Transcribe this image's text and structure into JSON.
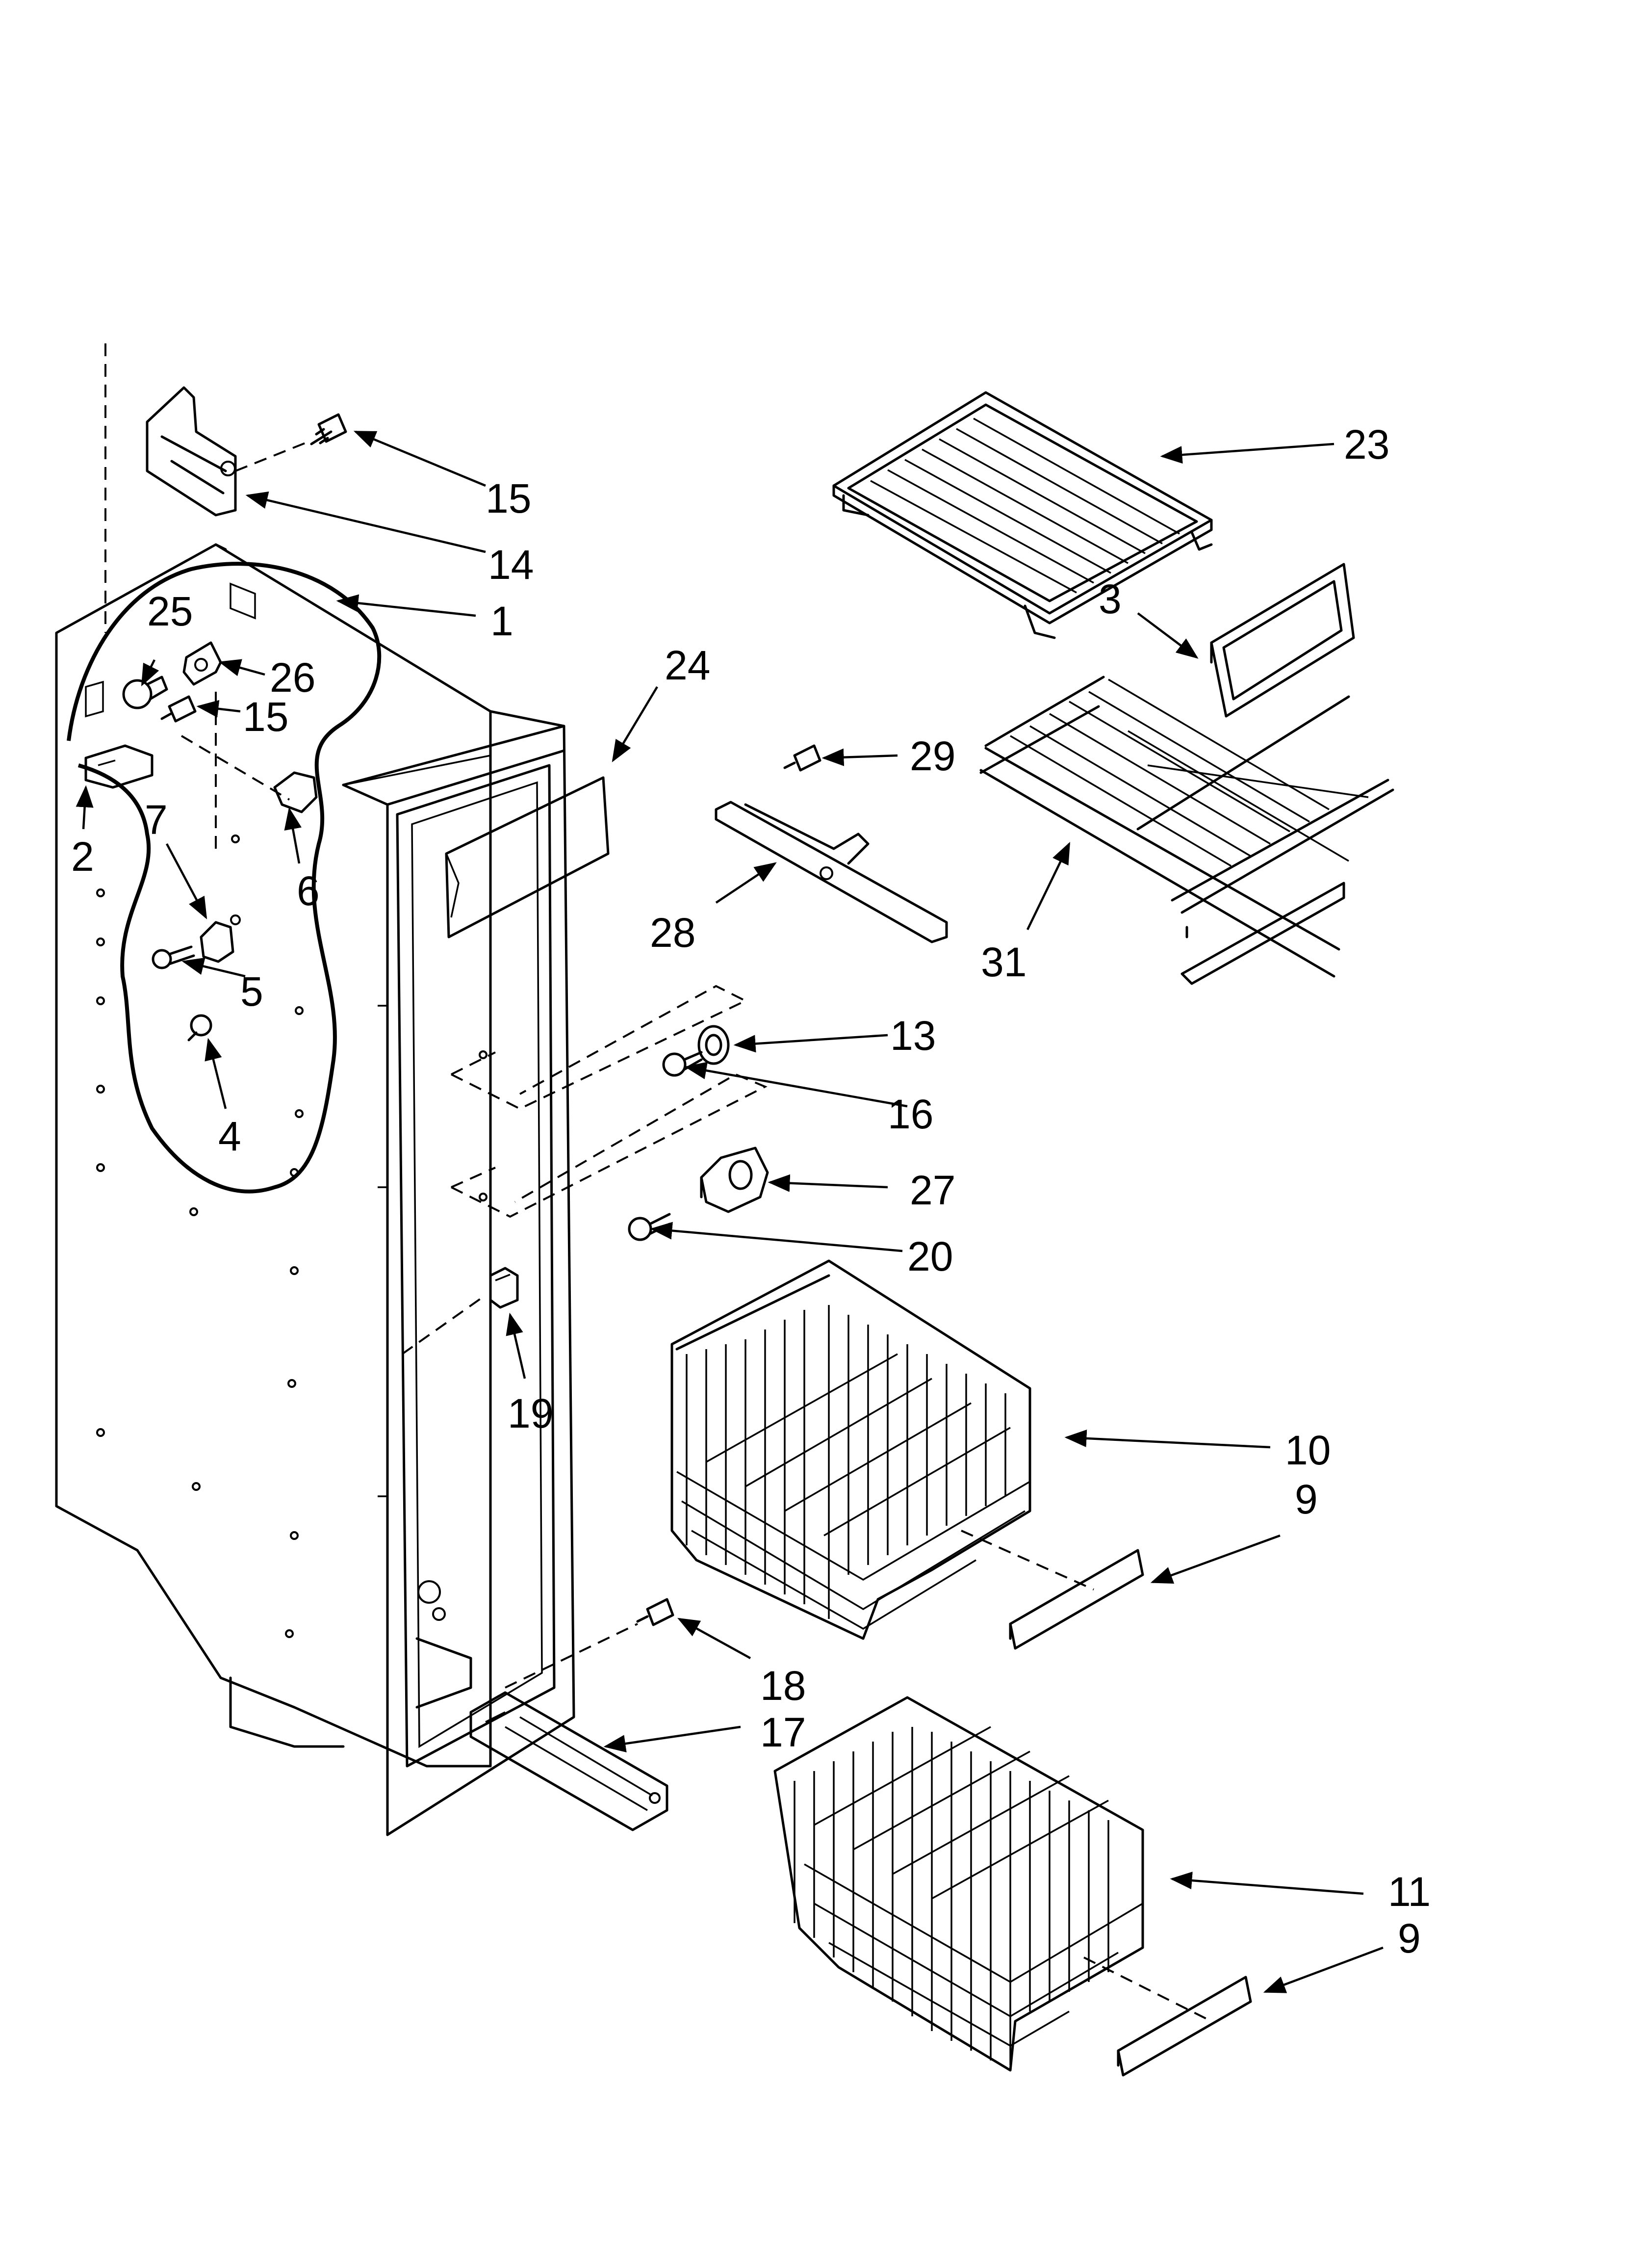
{
  "diagram": {
    "callouts": [
      {
        "id": "c15a",
        "text": "15"
      },
      {
        "id": "c14",
        "text": "14"
      },
      {
        "id": "c1",
        "text": "1"
      },
      {
        "id": "c25",
        "text": "25"
      },
      {
        "id": "c26",
        "text": "26"
      },
      {
        "id": "c15b",
        "text": "15"
      },
      {
        "id": "c2",
        "text": "2"
      },
      {
        "id": "c7",
        "text": "7"
      },
      {
        "id": "c6",
        "text": "6"
      },
      {
        "id": "c5",
        "text": "5"
      },
      {
        "id": "c4",
        "text": "4"
      },
      {
        "id": "c24",
        "text": "24"
      },
      {
        "id": "c23",
        "text": "23"
      },
      {
        "id": "c3",
        "text": "3"
      },
      {
        "id": "c29",
        "text": "29"
      },
      {
        "id": "c28",
        "text": "28"
      },
      {
        "id": "c31",
        "text": "31"
      },
      {
        "id": "c13",
        "text": "13"
      },
      {
        "id": "c16",
        "text": "16"
      },
      {
        "id": "c27",
        "text": "27"
      },
      {
        "id": "c20",
        "text": "20"
      },
      {
        "id": "c19",
        "text": "19"
      },
      {
        "id": "c10",
        "text": "10"
      },
      {
        "id": "c9a",
        "text": "9"
      },
      {
        "id": "c18",
        "text": "18"
      },
      {
        "id": "c17",
        "text": "17"
      },
      {
        "id": "c11",
        "text": "11"
      },
      {
        "id": "c9b",
        "text": "9"
      }
    ]
  }
}
